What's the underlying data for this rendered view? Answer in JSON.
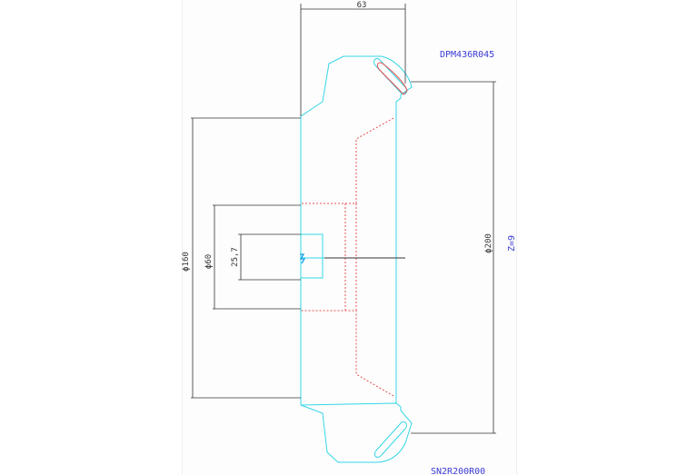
{
  "drawing": {
    "top_dimension": "63",
    "dim_phi160": "ϕ160",
    "dim_phi60": "ϕ60",
    "dim_25_7": "25,7",
    "dim_phi200": "ϕ200",
    "note_z": "Z=9",
    "part_code_top": "DPM436R045",
    "part_code_bottom": "SN2R200R00"
  },
  "colors": {
    "outline": "#33d6e6",
    "hidden": "#e65050",
    "dimension": "#333333",
    "annotation": "#3b3bd6",
    "center_mark": "#1aa0e6"
  }
}
